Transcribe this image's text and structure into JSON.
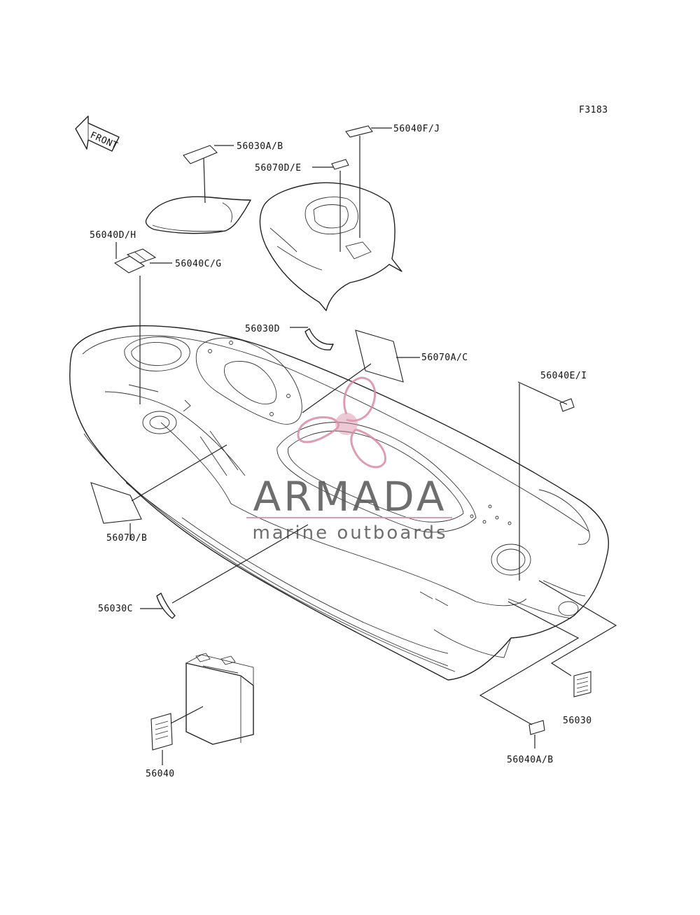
{
  "figure_code": "F3183",
  "front_label": "FRONT",
  "labels": {
    "l_56040fj": "56040F/J",
    "l_56030ab": "56030A/B",
    "l_56070de": "56070D/E",
    "l_56040dh": "56040D/H",
    "l_56040cg": "56040C/G",
    "l_56030d": "56030D",
    "l_56070ac": "56070A/C",
    "l_56040ei": "56040E/I",
    "l_56070b": "56070/B",
    "l_56030c": "56030C",
    "l_56030": "56030",
    "l_56040ab": "56040A/B",
    "l_56040": "56040"
  },
  "watermark": {
    "brand": "ARMADA",
    "tagline": "marine outboards",
    "brand_color": "#555555",
    "accent_color": "#d98aa8"
  },
  "colors": {
    "line": "#222222",
    "background": "#ffffff"
  }
}
